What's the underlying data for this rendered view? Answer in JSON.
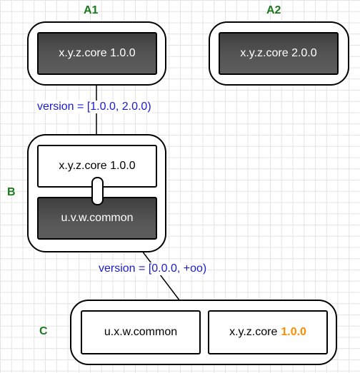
{
  "labels": {
    "a1": "A1",
    "a2": "A2",
    "b": "B",
    "c": "C"
  },
  "modules": {
    "a1_core": "x.y.z.core 1.0.0",
    "a2_core": "x.y.z.core 2.0.0",
    "b_core": "x.y.z.core 1.0.0",
    "b_common": "u.v.w.common",
    "c_common": "u.x.w.common",
    "c_core_name": "x.y.z.core",
    "c_core_version": "1.0.0"
  },
  "edges": {
    "b_to_a1": "version = [1.0.0, 2.0.0)",
    "c_to_b": "version = [0.0.0, +oo)"
  },
  "colors": {
    "label_green": "#1b7a1b",
    "edge_blue": "#1a1ad6",
    "highlight_orange": "#ff8c00",
    "dark_module": "#4a4a4a"
  }
}
